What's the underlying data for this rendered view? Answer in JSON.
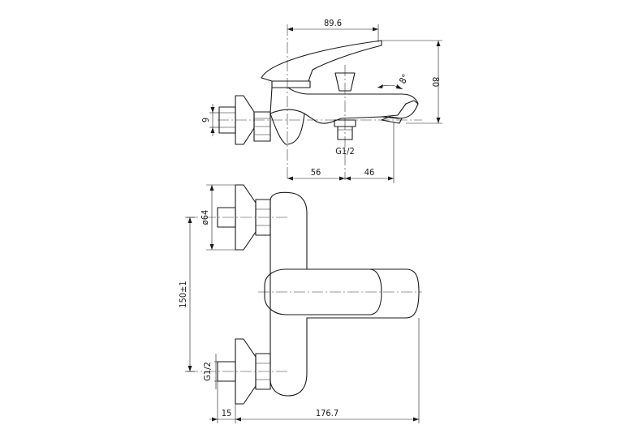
{
  "dimensions": {
    "spout_reach_top": "89.6",
    "total_height": "80",
    "pipe_dia_9": "9",
    "outlet_thread": "G1/2",
    "offset_left": "56",
    "offset_right": "46",
    "flange_diameter": "ø64",
    "center_distance": "150±1",
    "inlet_thread": "G1/2",
    "wall_offset": "15",
    "total_depth": "176.7",
    "spout_angle": "8°"
  }
}
